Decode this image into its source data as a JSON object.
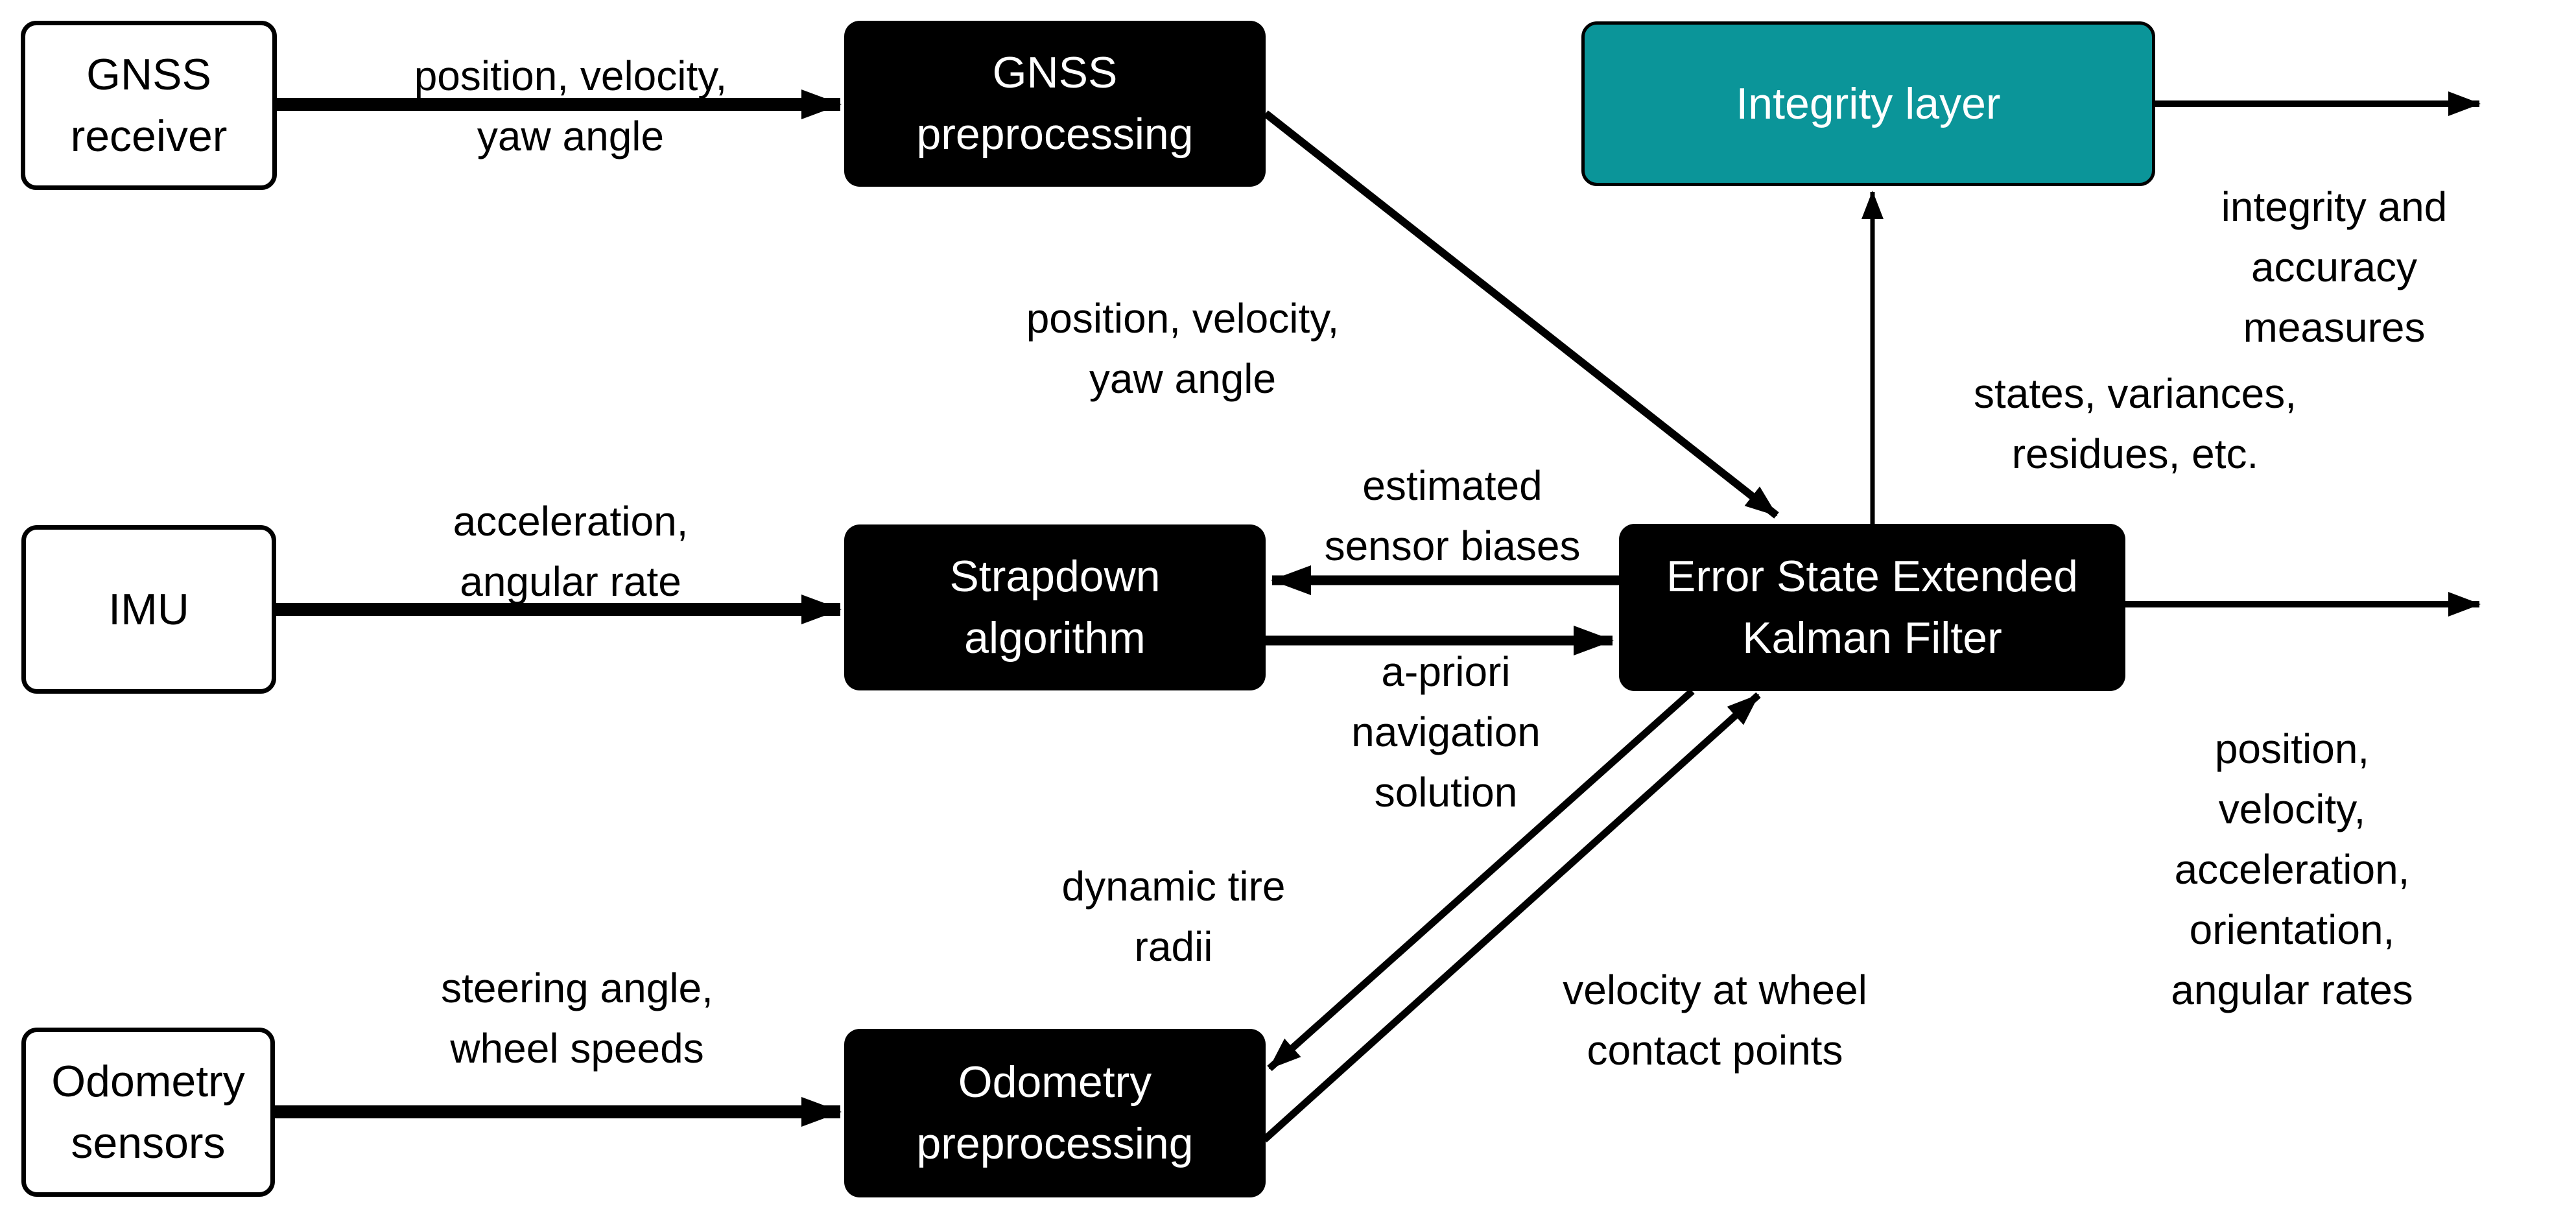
{
  "diagram_title": "GNSS/IMU/Odometry sensor fusion block diagram",
  "colors": {
    "background": "#ffffff",
    "node_fill_dark": "#000000",
    "node_fill_light": "#ffffff",
    "node_fill_teal": "#0b9599",
    "node_text_on_dark": "#ffffff",
    "node_text_on_light": "#000000",
    "arrow": "#000000",
    "label_text": "#000000"
  },
  "nodes": {
    "gnss_receiver": {
      "label": "GNSS\nreceiver"
    },
    "gnss_preprocessing": {
      "label": "GNSS\npreprocessing"
    },
    "integrity_layer": {
      "label": "Integrity layer"
    },
    "imu": {
      "label": "IMU"
    },
    "strapdown_algorithm": {
      "label": "Strapdown\nalgorithm"
    },
    "error_state_ekf": {
      "label": "Error State Extended\nKalman Filter"
    },
    "odometry_sensors": {
      "label": "Odometry\nsensors"
    },
    "odometry_preprocessing": {
      "label": "Odometry\npreprocessing"
    }
  },
  "edge_labels": {
    "gnss_receiver_to_preprocessing": "position, velocity,\nyaw angle",
    "gnss_preprocessing_to_ekf": "position, velocity,\nyaw angle",
    "integrity_output": "integrity and\naccuracy measures",
    "ekf_to_integrity": "states, variances,\nresidues, etc.",
    "imu_to_strapdown": "acceleration,\nangular rate",
    "ekf_to_strapdown": "estimated\nsensor biases",
    "strapdown_to_ekf": "a-priori\nnavigation\nsolution",
    "ekf_to_odometry_preprocessing": "dynamic tire\nradii",
    "odometry_preprocessing_to_ekf": "velocity at wheel\ncontact points",
    "odometry_sensors_to_preprocessing": "steering angle,\nwheel speeds",
    "ekf_output": "position, velocity,\nacceleration, orientation,\nangular rates"
  }
}
